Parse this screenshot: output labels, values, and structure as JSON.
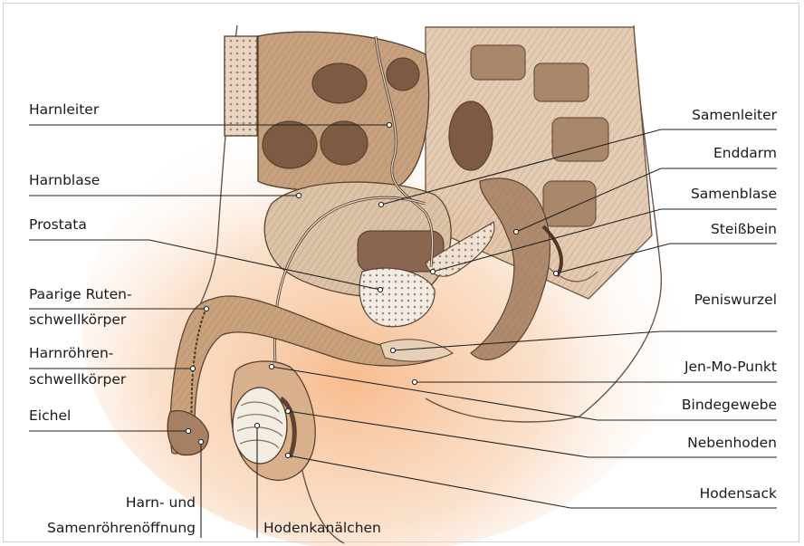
{
  "labels": {
    "harnleiter": "Harnleiter",
    "harnblase": "Harnblase",
    "prostata": "Prostata",
    "ruten_1": "Paarige Ruten-",
    "ruten_2": "schwellkörper",
    "harnroehren_1": "Harnröhren-",
    "harnroehren_2": "schwellkörper",
    "eichel": "Eichel",
    "oeffnung_1": "Harn- und",
    "oeffnung_2": "Samenröhrenöffnung",
    "hodenkanaelchen": "Hodenkanälchen",
    "samenleiter": "Samenleiter",
    "enddarm": "Enddarm",
    "samenblase": "Samenblase",
    "steissbein": "Steißbein",
    "peniswurzel": "Peniswurzel",
    "jen_mo_punkt": "Jen-Mo-Punkt",
    "bindegewebe": "Bindegewebe",
    "nebenhoden": "Nebenhoden",
    "hodensack": "Hodensack"
  },
  "colors": {
    "skin": "#f3c9a4",
    "skin_glow": "#f7b98a",
    "tissue": "#c9a27c",
    "organ_dark": "#7a5a44",
    "organ_light": "#e8d2bc",
    "line": "#222222"
  }
}
